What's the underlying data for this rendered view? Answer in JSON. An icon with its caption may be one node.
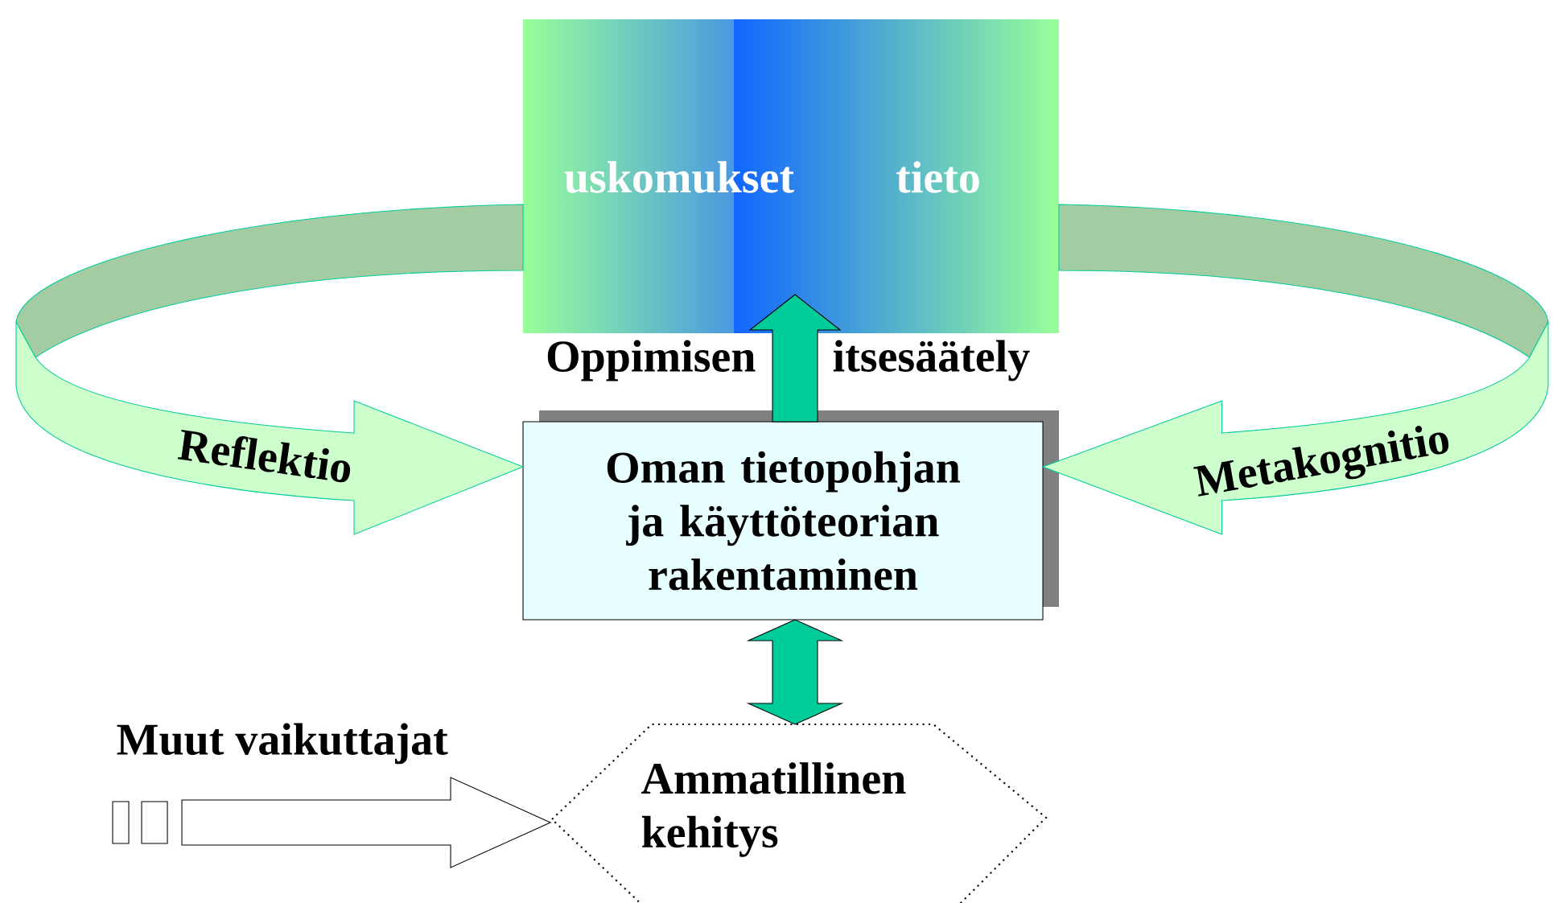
{
  "diagram": {
    "nodes": [
      {
        "text": [
          "uskomukset",
          "tieto"
        ]
      },
      {
        "text": [
          "Oman tietopohjan ja käyttöteorian rakentaminen"
        ]
      },
      {
        "text": [
          "Ammatillinen kehitys"
        ]
      }
    ],
    "edges": [
      {
        "from": 1,
        "to": 0,
        "arrow": "to"
      },
      {
        "from": 0,
        "to": 1,
        "arrow": "to",
        "label": "Reflektio"
      },
      {
        "from": 0,
        "to": 1,
        "arrow": "to",
        "label": "Metakognitio"
      },
      {
        "from": 1,
        "to": 2,
        "arrow": "both"
      },
      {
        "from": null,
        "to": 2,
        "arrow": "to"
      }
    ],
    "labels": [
      "Oppimisen",
      "itsesäätely",
      "Muut vaikuttajat"
    ]
  }
}
